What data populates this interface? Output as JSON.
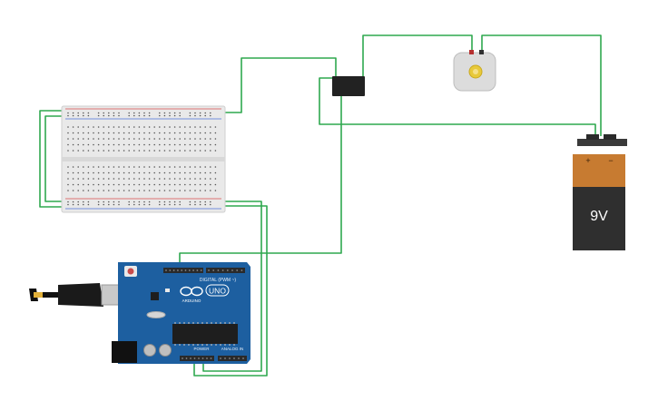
{
  "components": {
    "arduino": {
      "name": "UNO",
      "brand": "ARDUINO",
      "digital_label": "DIGITAL (PWM ~)",
      "power_label": "POWER",
      "analog_label": "ANALOG IN",
      "board_color": "#1d5fa0",
      "header_color": "#2a2a2a"
    },
    "breadboard": {
      "body_color": "#e9e9e9",
      "rail_red": "#d94b4b",
      "rail_blue": "#4b6fd9"
    },
    "relay": {
      "label_line1": "",
      "label_line2": "",
      "color": "#222222"
    },
    "motor": {
      "color": "#dcdcdc",
      "shaft_color": "#e8c93a"
    },
    "battery": {
      "voltage_label": "9V",
      "plus_label": "+",
      "minus_label": "−",
      "top_color": "#c77b31",
      "body_color": "#2f2f2f"
    }
  },
  "colors": {
    "wire": "#2fa84f",
    "background": "#ffffff"
  }
}
